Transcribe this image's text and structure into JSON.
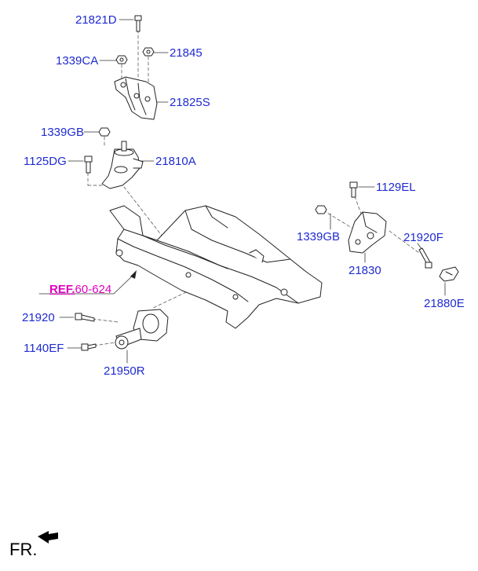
{
  "labels": {
    "p21821D": "21821D",
    "p21845": "21845",
    "p1339CA": "1339CA",
    "p21825S": "21825S",
    "p1339GB_top": "1339GB",
    "p1125DG": "1125DG",
    "p21810A": "21810A",
    "p1129EL": "1129EL",
    "p1339GB_right": "1339GB",
    "p21920F": "21920F",
    "p21830": "21830",
    "p21880E": "21880E",
    "p21920": "21920",
    "p1140EF": "1140EF",
    "p21950R": "21950R"
  },
  "reference": {
    "prefix": "REF.",
    "number": "60-624"
  },
  "orientation": {
    "label": "FR."
  },
  "colors": {
    "part_label": "#1f2bd0",
    "reference": "#e000c0",
    "line_art": "#222222"
  }
}
